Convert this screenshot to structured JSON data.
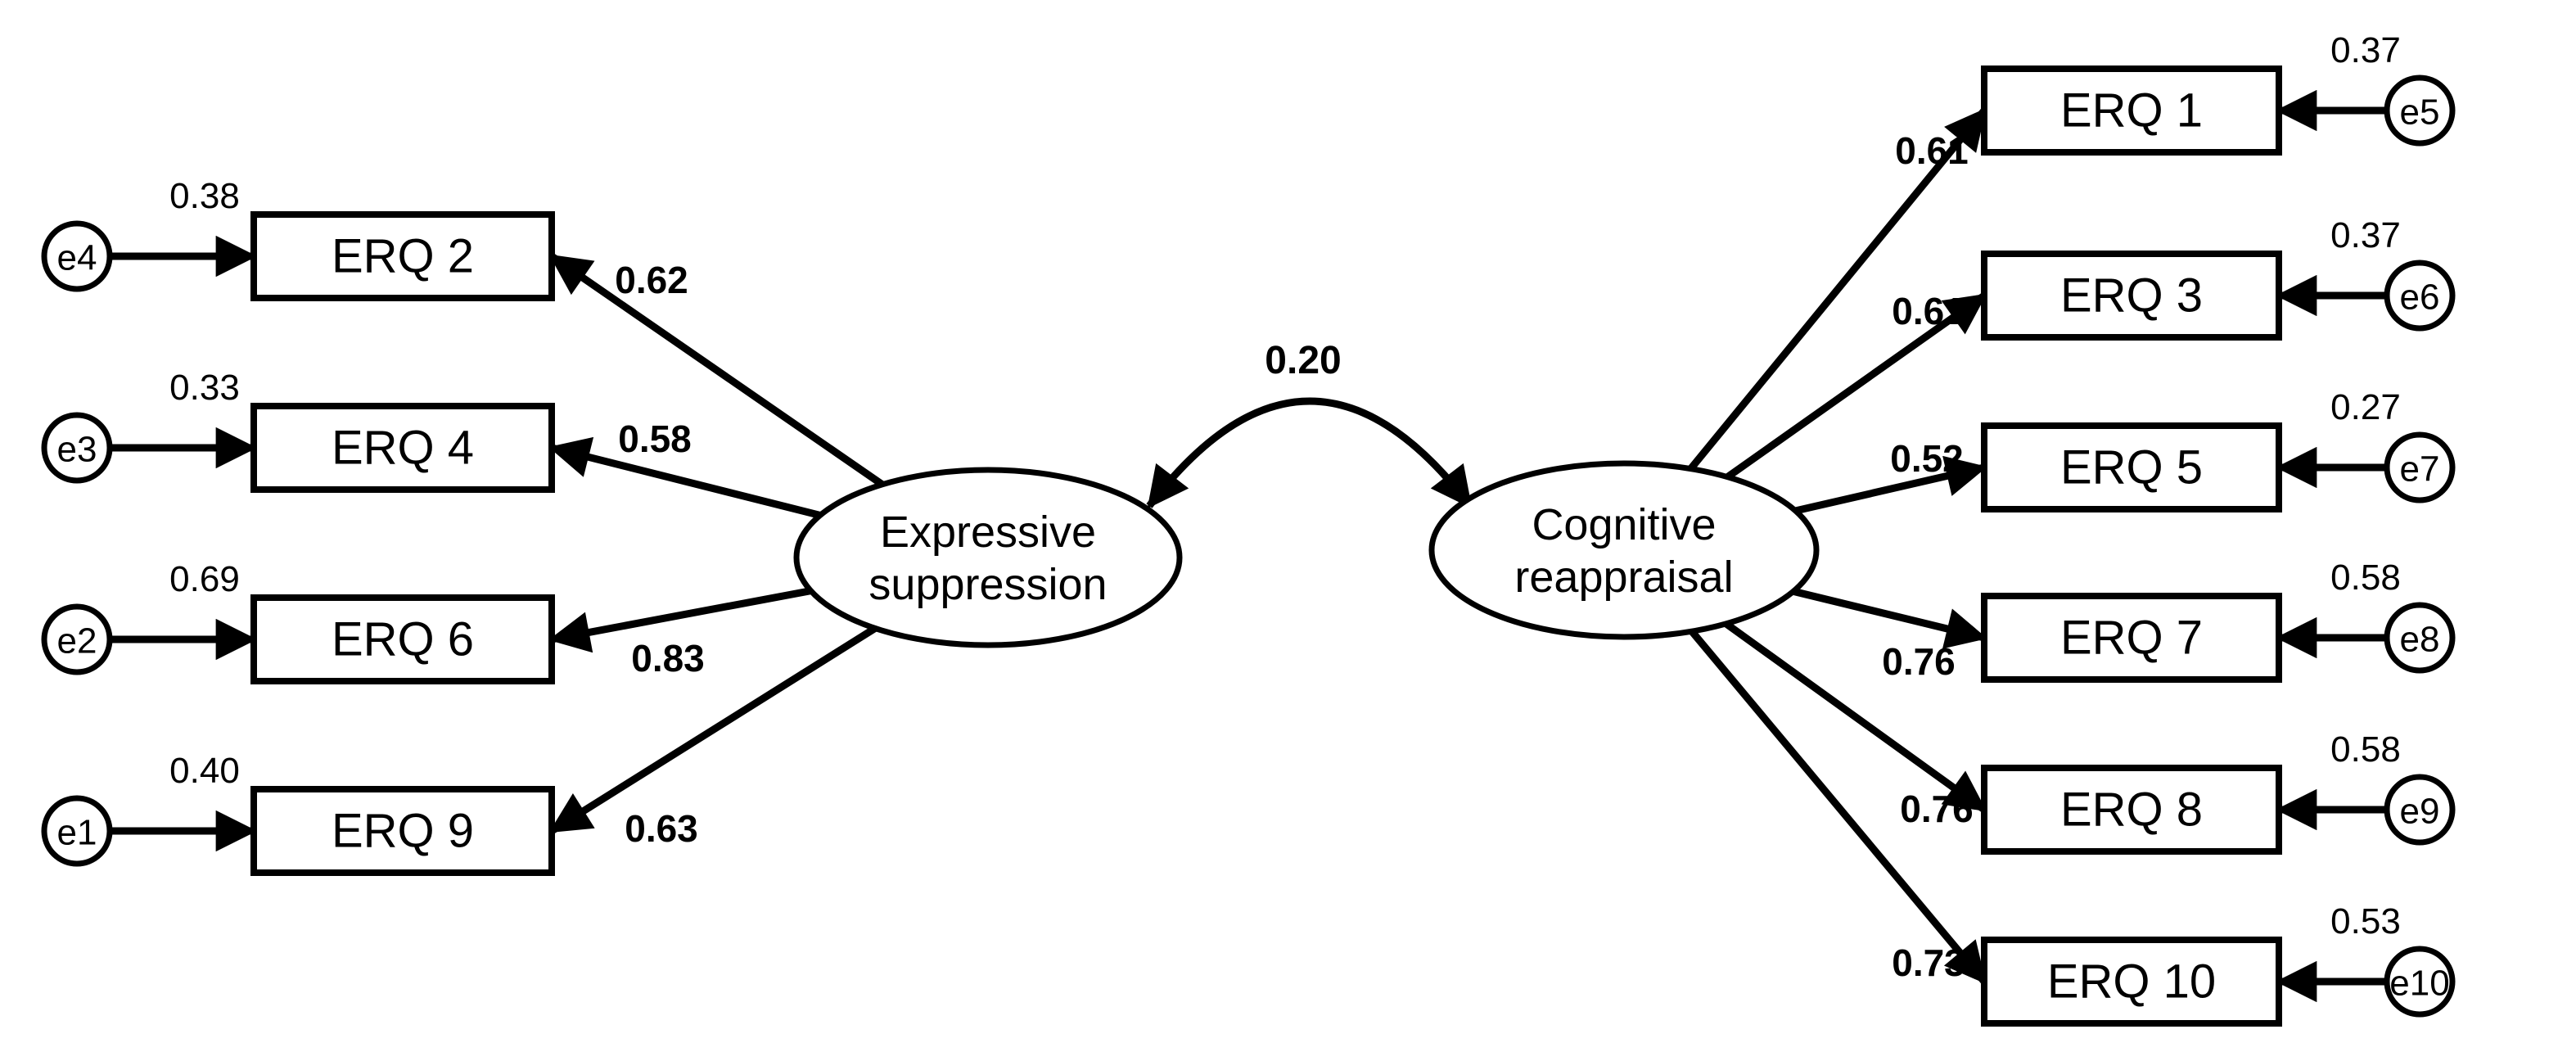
{
  "diagram": {
    "type": "sem_path_diagram",
    "description": "Confirmatory factor analysis path diagram of the Emotion Regulation Questionnaire (ERQ) with two correlated latent factors",
    "correlation": {
      "value": "0.20",
      "between": [
        "Expressive suppression",
        "Cognitive reappraisal"
      ]
    },
    "colors": {
      "stroke": "#000000",
      "fill": "#ffffff",
      "text": "#000000"
    },
    "factors": [
      {
        "name": "Expressive suppression",
        "label_lines": [
          "Expressive",
          "suppression"
        ],
        "side": "left",
        "indicators": [
          {
            "item": "ERQ 2",
            "loading": "0.62",
            "error": "e4",
            "variance": "0.38"
          },
          {
            "item": "ERQ 4",
            "loading": "0.58",
            "error": "e3",
            "variance": "0.33"
          },
          {
            "item": "ERQ 6",
            "loading": "0.83",
            "error": "e2",
            "variance": "0.69"
          },
          {
            "item": "ERQ 9",
            "loading": "0.63",
            "error": "e1",
            "variance": "0.40"
          }
        ]
      },
      {
        "name": "Cognitive reappraisal",
        "label_lines": [
          "Cognitive",
          "reappraisal"
        ],
        "side": "right",
        "indicators": [
          {
            "item": "ERQ 1",
            "loading": "0.61",
            "error": "e5",
            "variance": "0.37"
          },
          {
            "item": "ERQ 3",
            "loading": "0.61",
            "error": "e6",
            "variance": "0.37"
          },
          {
            "item": "ERQ 5",
            "loading": "0.52",
            "error": "e7",
            "variance": "0.27"
          },
          {
            "item": "ERQ 7",
            "loading": "0.76",
            "error": "e8",
            "variance": "0.58"
          },
          {
            "item": "ERQ 8",
            "loading": "0.76",
            "error": "e9",
            "variance": "0.58"
          },
          {
            "item": "ERQ 10",
            "loading": "0.73",
            "error": "e10",
            "variance": "0.53"
          }
        ]
      }
    ]
  }
}
